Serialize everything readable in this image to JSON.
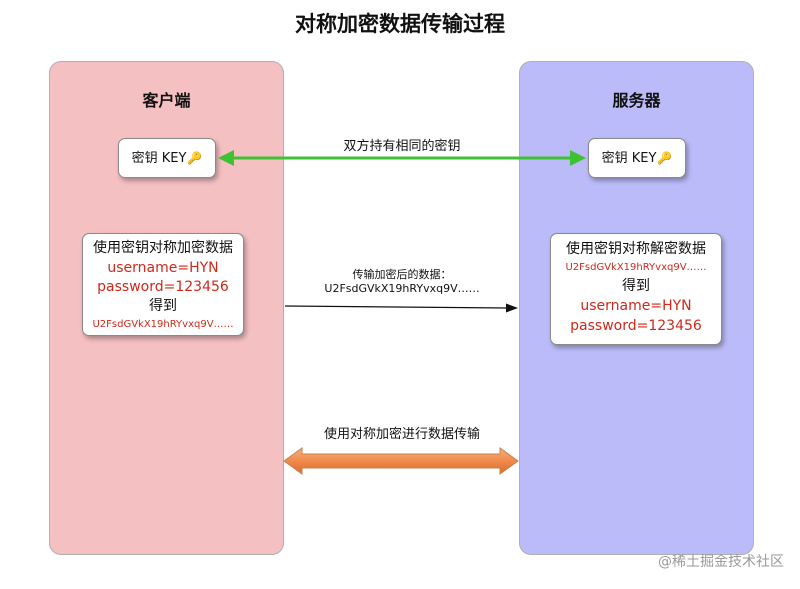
{
  "title": "对称加密数据传输过程",
  "client": {
    "heading": "客户端",
    "key_box": {
      "label": "密钥 KEY",
      "icon": "key-icon"
    },
    "encrypt_box": {
      "heading": "使用密钥对称加密数据",
      "line1": "username=HYN",
      "line2": "password=123456",
      "line3": "得到",
      "line4": "U2FsdGVkX19hRYvxq9V……"
    }
  },
  "server": {
    "heading": "服务器",
    "key_box": {
      "label": "密钥 KEY",
      "icon": "key-icon"
    },
    "decrypt_box": {
      "heading": "使用密钥对称解密数据",
      "line1": "U2FsdGVkX19hRYvxq9V……",
      "line2": "得到",
      "line3": "username=HYN",
      "line4": "password=123456"
    }
  },
  "connections": {
    "shared_key_label": "双方持有相同的密钥",
    "transfer_label": "传输加密后的数据：",
    "transfer_value": "U2FsdGVkX19hRYvxq9V……",
    "channel_label": "使用对称加密进行数据传输"
  },
  "colors": {
    "client_panel": "#f5c0c2",
    "server_panel": "#bbbbf9",
    "green_arrow": "#3ec234",
    "orange_arrow": "#f08a4b",
    "red_text": "#d0281a"
  },
  "watermark": "@稀土掘金技术社区"
}
